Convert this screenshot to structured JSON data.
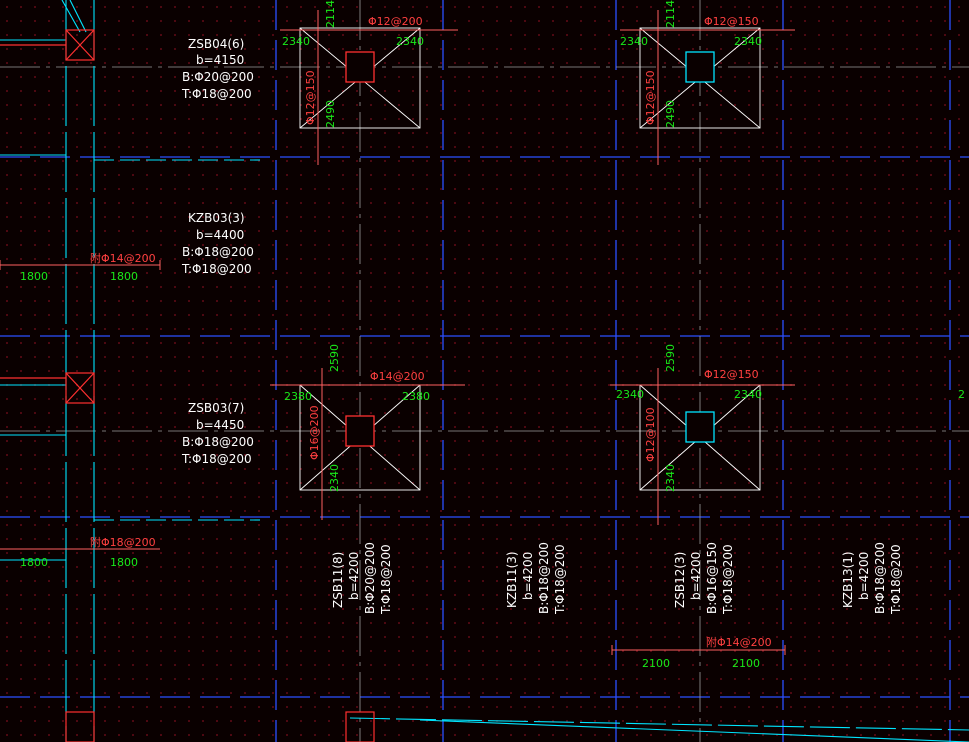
{
  "slab_labels": [
    {
      "name": "ZSB04(6)",
      "b": "b=4150",
      "bottom": "B:Φ20@200",
      "top": "T:Φ18@200"
    },
    {
      "name": "KZB03(3)",
      "b": "b=4400",
      "bottom": "B:Φ18@200",
      "top": "T:Φ18@200"
    },
    {
      "name": "ZSB03(7)",
      "b": "b=4450",
      "bottom": "B:Φ18@200",
      "top": "T:Φ18@200"
    },
    {
      "name": "ZSB11(8)",
      "b": "b=4200",
      "bottom": "B:Φ20@200",
      "top": "T:Φ18@200"
    },
    {
      "name": "KZB11(3)",
      "b": "b=4200",
      "bottom": "B:Φ18@200",
      "top": "T:Φ18@200"
    },
    {
      "name": "ZSB12(3)",
      "b": "b=4200",
      "bottom": "B:Φ16@150",
      "top": "T:Φ18@200"
    },
    {
      "name": "KZB13(1)",
      "b": "b=4200",
      "bottom": "B:Φ18@200",
      "top": "T:Φ18@200"
    }
  ],
  "column_caps": [
    {
      "top_rebar": "Φ12@200",
      "left_dim": "2340",
      "right_dim": "2340",
      "side_rebar": "Φ12@150",
      "vert_top": "2114",
      "vert_bottom": "2490"
    },
    {
      "top_rebar": "Φ12@150",
      "left_dim": "2340",
      "right_dim": "2340",
      "side_rebar": "Φ12@150",
      "vert_top": "2114",
      "vert_bottom": "2490"
    },
    {
      "top_rebar": "Φ14@200",
      "left_dim": "2380",
      "right_dim": "2380",
      "side_rebar": "Φ16@200",
      "vert_top": "2590",
      "vert_bottom": "2340"
    },
    {
      "top_rebar": "Φ12@150",
      "left_dim": "2340",
      "right_dim": "2340",
      "side_rebar": "Φ12@100",
      "vert_top": "2590",
      "vert_bottom": "2340"
    }
  ],
  "extra_bars": [
    {
      "label": "附Φ14@200",
      "left_dim": "1800",
      "right_dim": "1800"
    },
    {
      "label": "附Φ18@200",
      "left_dim": "1800",
      "right_dim": "1800"
    },
    {
      "label": "附Φ14@200",
      "left_dim": "2100",
      "right_dim": "2100"
    }
  ],
  "colors": {
    "background": "#0a0000",
    "grid_cross": "#5a0a14",
    "axis_blue": "#2b4fff",
    "cyan": "#00e5ff",
    "red": "#ff3030",
    "green": "#19e819",
    "white": "#ffffff"
  }
}
